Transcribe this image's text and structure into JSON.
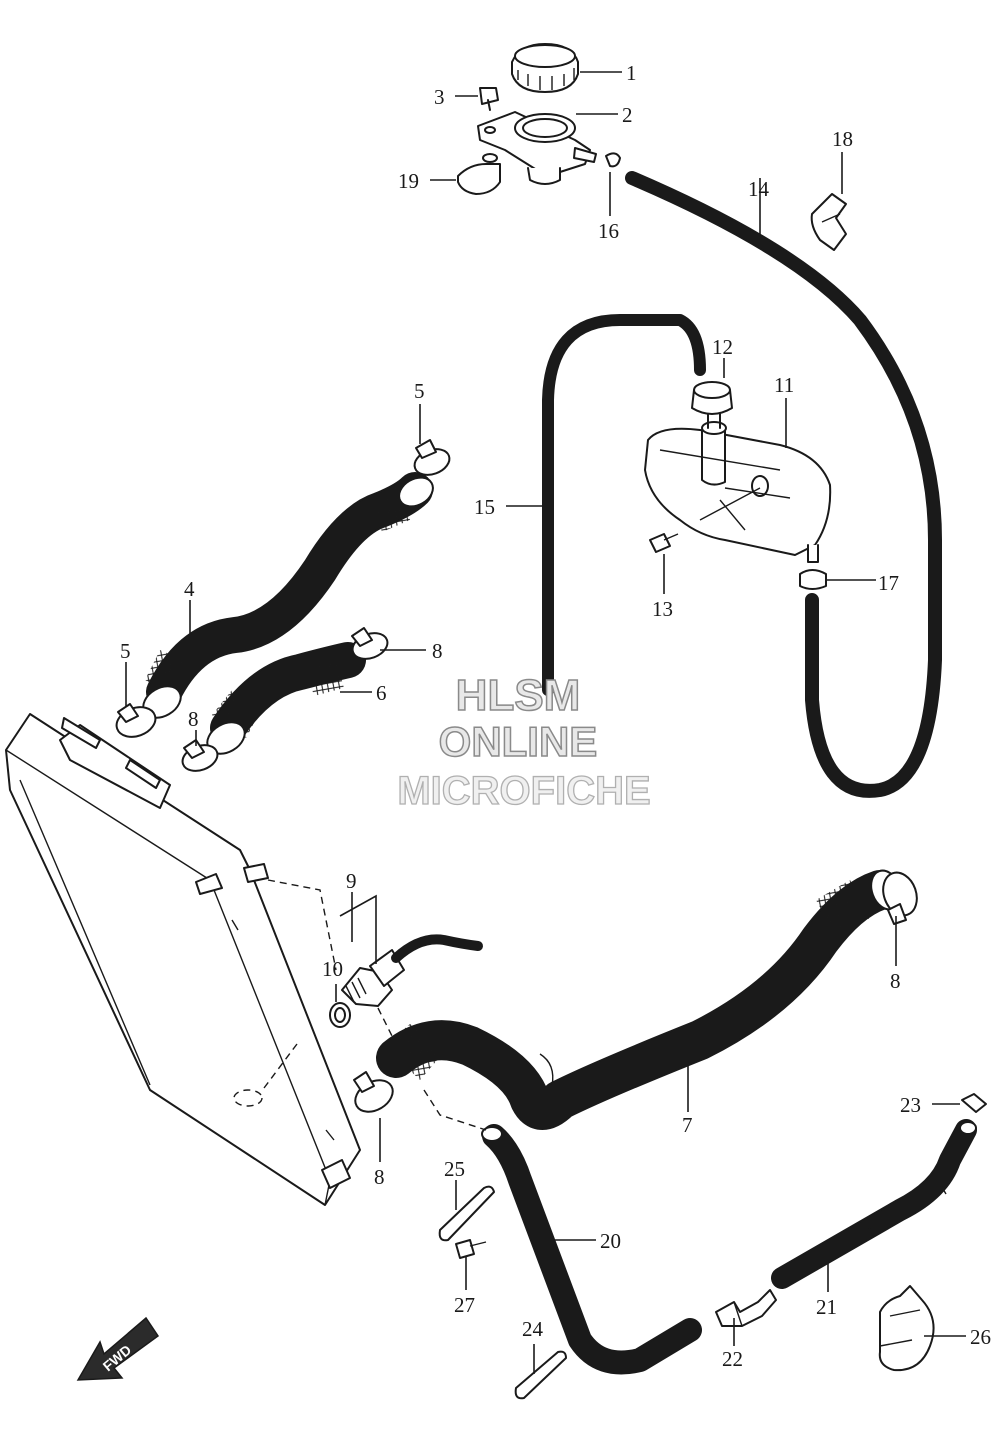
{
  "watermark": {
    "line1": "HLSM",
    "line2": "ONLINE",
    "line3": "MICROFICHE"
  },
  "fwd_label": "FWD",
  "callouts": {
    "c1": "1",
    "c2": "2",
    "c3": "3",
    "c4": "4",
    "c5a": "5",
    "c5b": "5",
    "c6": "6",
    "c7": "7",
    "c8a": "8",
    "c8b": "8",
    "c8c": "8",
    "c8d": "8",
    "c9": "9",
    "c10": "10",
    "c11": "11",
    "c12": "12",
    "c13": "13",
    "c14": "14",
    "c15": "15",
    "c16": "16",
    "c17": "17",
    "c18": "18",
    "c19": "19",
    "c20": "20",
    "c21": "21",
    "c22": "22",
    "c23": "23",
    "c24": "24",
    "c25": "25",
    "c26": "26",
    "c27": "27"
  },
  "colors": {
    "line": "#1a1a1a",
    "watermark_fill": "#e8e8e8",
    "watermark_stroke": "#8a8a8a",
    "fwd_fill": "#2b2b2b"
  }
}
